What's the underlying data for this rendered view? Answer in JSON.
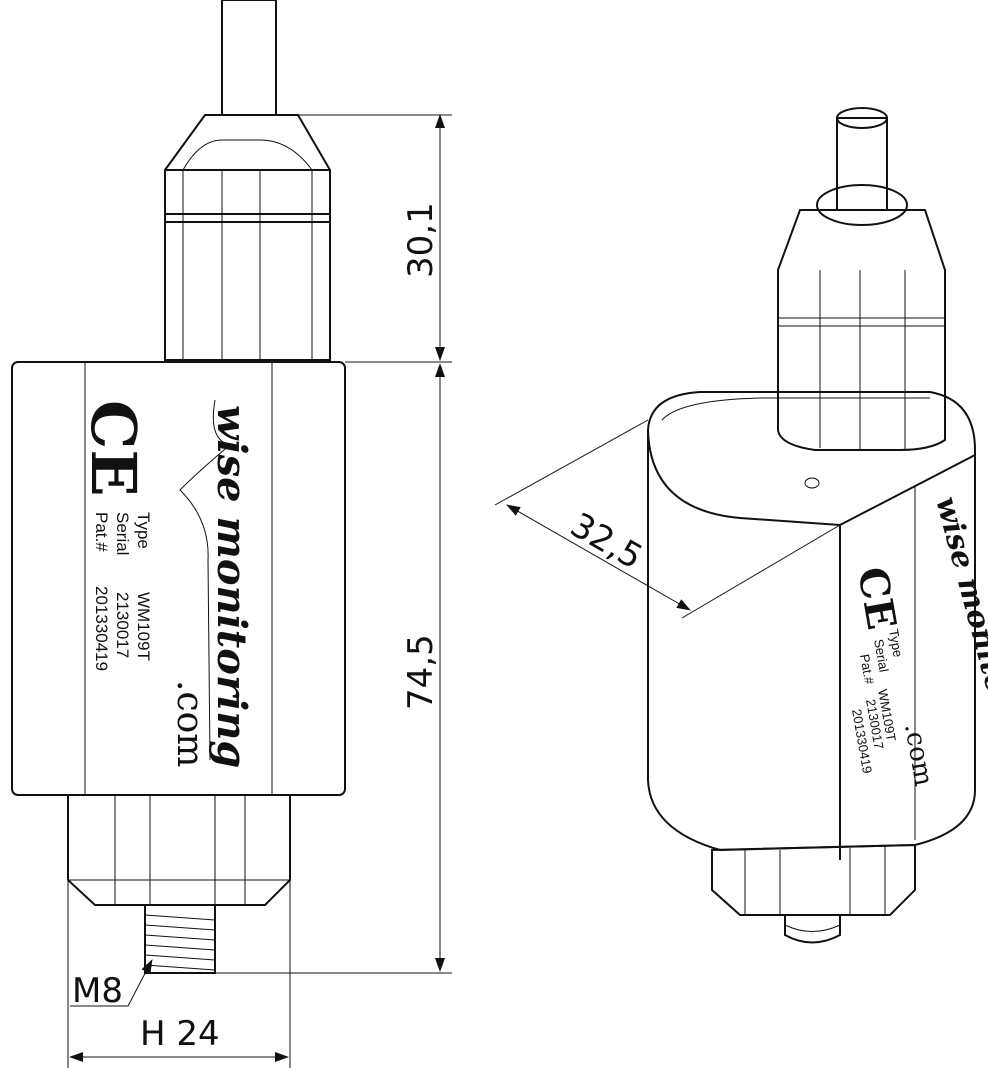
{
  "dimensions": {
    "nut_height": "30,1",
    "body_height": "74,5",
    "hex_width": "H 24",
    "thread": "M8",
    "body_depth": "32,5"
  },
  "label": {
    "ce_mark": "CE",
    "brand": "wise monitoring",
    "domain": ".com",
    "type_key": "Type",
    "type_value": "WM109T",
    "serial_key": "Serial",
    "serial_value": "2130017",
    "pat_key": "Pat.#",
    "pat_value": "201330419"
  }
}
